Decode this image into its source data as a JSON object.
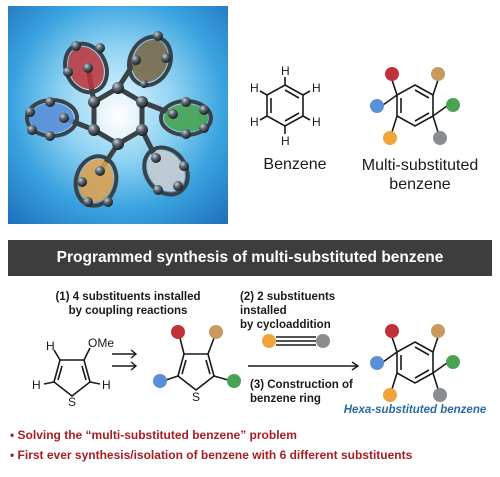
{
  "molecules": {
    "benzene_label": "Benzene",
    "multi_label_line1": "Multi-substituted",
    "multi_label_line2": "benzene",
    "atom_H": "H",
    "atom_S": "S",
    "atom_OMe": "OMe"
  },
  "banner": {
    "title": "Programmed synthesis of multi-substituted benzene"
  },
  "steps": {
    "step1_line1": "(1) 4 substituents installed",
    "step1_line2": "by coupling reactions",
    "step2_line1": "(2) 2 substituents installed",
    "step2_line2": "by cycloaddition",
    "step3_line1": "(3) Construction of",
    "step3_line2": "benzene ring",
    "product_name": "Hexa-substituted benzene"
  },
  "bullets": [
    "• Solving the “multi-substituted benzene” problem",
    "• First ever synthesis/isolation of benzene with 6 different substituents"
  ],
  "colors": {
    "red": "#c0323a",
    "tan": "#c89a5e",
    "blue": "#5b8fd8",
    "green": "#4aa352",
    "orange": "#f0a53c",
    "grey": "#8a8d90",
    "bullet_text": "#a61e22",
    "product_text": "#2a6aa6",
    "banner_bg": "#3d3d3d"
  }
}
